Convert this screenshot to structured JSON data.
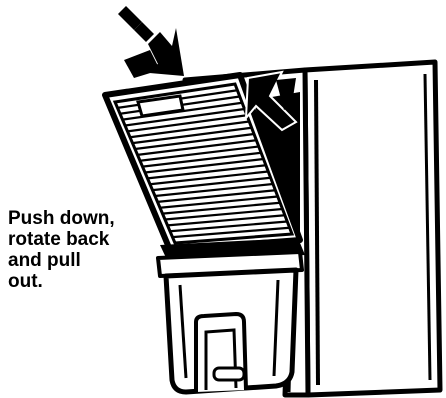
{
  "instruction": {
    "lines": [
      "Push down,",
      "rotate back",
      "and pull",
      "out."
    ]
  },
  "colors": {
    "ink": "#000000",
    "paper": "#ffffff"
  },
  "icons": [
    "push-arrow-icon",
    "rotate-arrow-icon"
  ]
}
